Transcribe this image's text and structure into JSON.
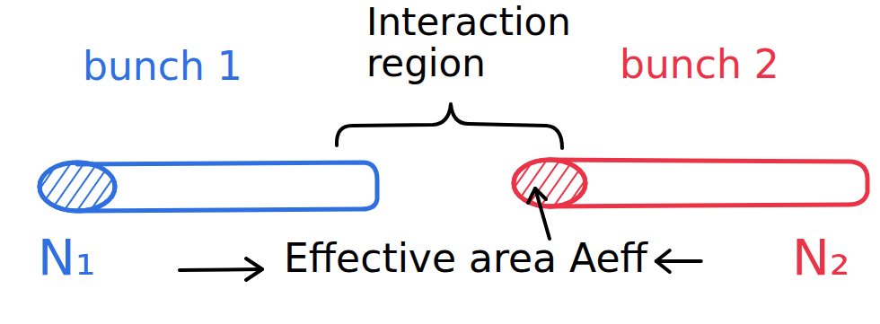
{
  "diagram": {
    "labels": [
      "Interaction region",
      "bunch 1",
      "bunch 2",
      "N₁",
      "N₂",
      "Effective area Aeff"
    ]
  }
}
